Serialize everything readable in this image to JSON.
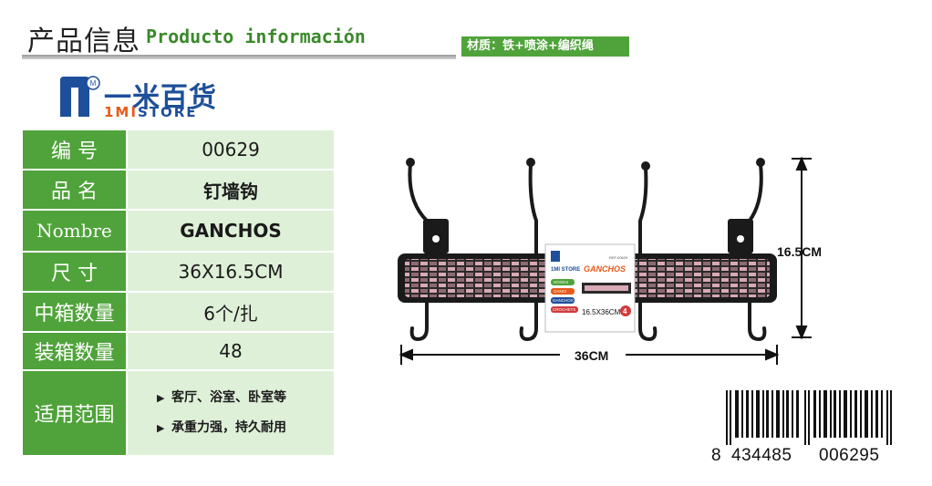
{
  "header": {
    "title_zh": "产品信息",
    "title_es": "Producto información",
    "material": "材质：铁+喷涂+编织绳"
  },
  "logo": {
    "mark_text": "M",
    "name_zh": "一米百货",
    "name_en_a": "1MI",
    "name_en_b": "STORE"
  },
  "info_table": {
    "rows": [
      {
        "label": "编  号",
        "value": "00629"
      },
      {
        "label": "品  名",
        "value": "钉墙钩"
      },
      {
        "label": "Nombre",
        "value": "GANCHOS"
      },
      {
        "label": "尺  寸",
        "value": "36X16.5CM"
      },
      {
        "label": "中箱数量",
        "value": "6个/扎"
      },
      {
        "label": "装箱数量",
        "value": "48"
      }
    ],
    "uses_label": "适用范围",
    "uses": [
      "客厅、浴室、卧室等",
      "承重力强，持久耐用"
    ]
  },
  "product": {
    "height_label": "16.5CM",
    "width_label": "36CM",
    "tag": {
      "brand": "1MI STORE",
      "title": "GANCHOS",
      "ref": "REF:00629",
      "lang_labels": [
        "HOOKS",
        "GANCI",
        "GANCHOS",
        "CROCHETS"
      ],
      "size": "16.5X36CM",
      "count": "4"
    }
  },
  "barcode": {
    "first": "8",
    "group1": "434485",
    "group2": "006295"
  },
  "colors": {
    "accent_green": "#4fa33a",
    "cell_light": "#dff0d8",
    "brand_blue": "#1e4f9a",
    "brand_orange": "#e85a1a"
  }
}
